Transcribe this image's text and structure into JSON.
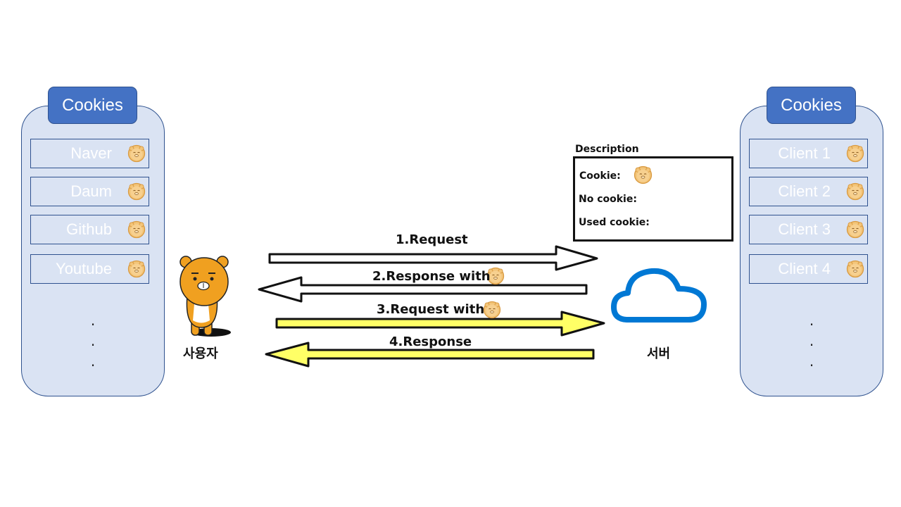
{
  "left_panel": {
    "title": "Cookies",
    "items": [
      {
        "label": "Naver"
      },
      {
        "label": "Daum"
      },
      {
        "label": "Github"
      },
      {
        "label": "Youtube"
      }
    ],
    "dots": [
      ".",
      ".",
      "."
    ]
  },
  "right_panel": {
    "title": "Cookies",
    "items": [
      {
        "label": "Client 1"
      },
      {
        "label": "Client 2"
      },
      {
        "label": "Client 3"
      },
      {
        "label": "Client 4"
      }
    ],
    "dots": [
      ".",
      ".",
      "."
    ]
  },
  "user_label": "사용자",
  "server_label": "서버",
  "arrows": {
    "a1": "1.Request",
    "a2": "2.Response with",
    "a3": "3.Request with",
    "a4": "4.Response"
  },
  "legend": {
    "title": "Description",
    "cookie": "Cookie:",
    "no_cookie": "No cookie:",
    "used_cookie": "Used cookie:"
  },
  "colors": {
    "panel_fill": "#dae3f3",
    "panel_title": "#4472c4",
    "used_arrow": "#ffff66",
    "cloud": "#0078d4",
    "character": "#f0a020"
  },
  "icons": {
    "cookie": "cookie-face-icon",
    "user": "lion-character-icon",
    "server": "cloud-icon"
  }
}
